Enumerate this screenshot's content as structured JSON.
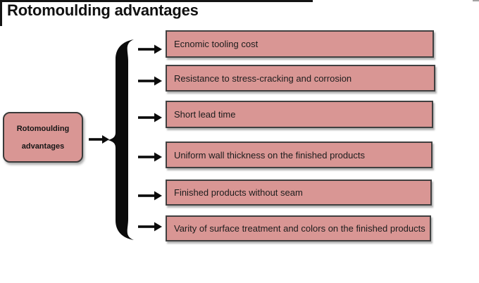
{
  "title": "Rotomoulding advantages",
  "diagram": {
    "root": {
      "label_line1": "Rotomoulding",
      "label_line2": "advantages"
    },
    "advantages": [
      {
        "label": "Ecnomic tooling cost"
      },
      {
        "label": "Resistance to stress-cracking and corrosion"
      },
      {
        "label": "Short lead time"
      },
      {
        "label": "Uniform wall thickness on the finished products"
      },
      {
        "label": "Finished products without seam"
      },
      {
        "label": "Varity of surface treatment and colors on the finished products"
      }
    ]
  },
  "colors": {
    "box_fill": "#d99694",
    "box_border": "#404040",
    "root_border": "#3a3a3a",
    "connector_black": "#0b0b0b",
    "title_text": "#111111",
    "box_text": "#1c1c1c",
    "shadow_gray": "#6e6e6e"
  },
  "icons": {
    "brace": "left-curly-brace",
    "arrow": "right-arrow"
  }
}
